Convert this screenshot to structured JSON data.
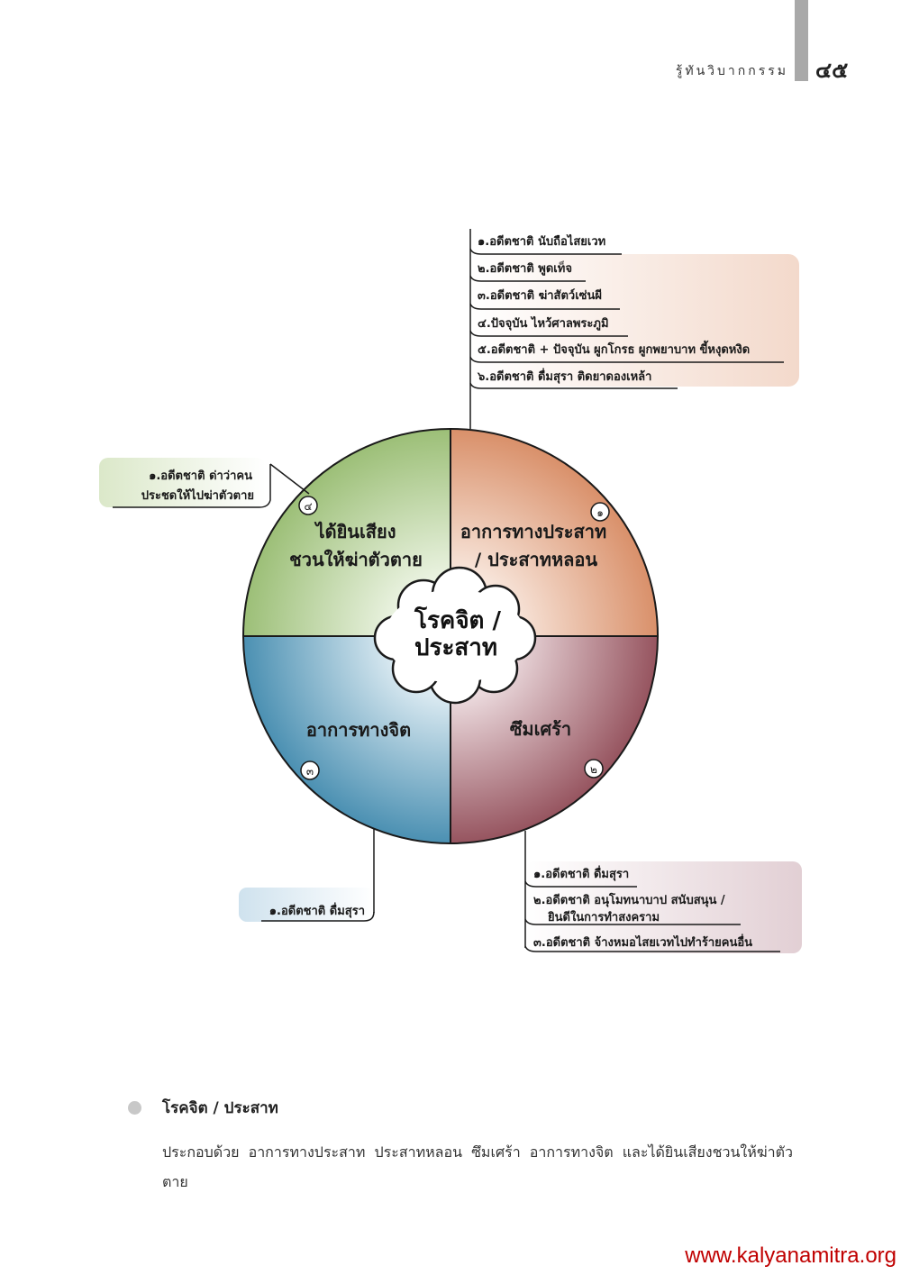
{
  "header": {
    "title": "รู้ทันวิบากกรรม",
    "page_number": "๔๕"
  },
  "diagram": {
    "center": {
      "line1": "โรคจิต /",
      "line2": "ประสาท"
    },
    "quadrants": [
      {
        "number": "๑",
        "line1": "อาการทางประสาท",
        "line2": "/ ประสาทหลอน",
        "color": "#d9906a"
      },
      {
        "number": "๒",
        "line1": "ซึมเศร้า",
        "line2": "",
        "color": "#9a5a66"
      },
      {
        "number": "๓",
        "line1": "อาการทางจิต",
        "line2": "",
        "color": "#4f93b5"
      },
      {
        "number": "๔",
        "line1": "ได้ยินเสียง",
        "line2": "ชวนให้ฆ่าตัวตาย",
        "color": "#9cbf77"
      }
    ],
    "callouts": {
      "top_right": [
        "๑.อดีตชาติ นับถือไสยเวท",
        "๒.อดีตชาติ พูดเท็จ",
        "๓.อดีตชาติ ฆ่าสัตว์เซ่นผี",
        "๔.ปัจจุบัน ไหว้ศาลพระภูมิ",
        "๕.อดีตชาติ + ปัจจุบัน ผูกโกรธ ผูกพยาบาท ขี้หงุดหงิด",
        "๖.อดีตชาติ ดื่มสุรา ติดยาดองเหล้า"
      ],
      "top_left": {
        "line1": "๑.อดีตชาติ ด่าว่าคน",
        "line2": "ประชดให้ไปฆ่าตัวตาย"
      },
      "bottom_left": "๑.อดีตชาติ ดื่มสุรา",
      "bottom_right": {
        "item1": "๑.อดีตชาติ ดื่มสุรา",
        "item2_line1": "๒.อดีตชาติ อนุโมทนาบาป สนับสนุน /",
        "item2_line2": "ยินดีในการทำสงคราม",
        "item3": "๓.อดีตชาติ จ้างหมอไสยเวทไปทำร้ายคนอื่น"
      }
    }
  },
  "section": {
    "heading": "โรคจิต / ประสาท",
    "body": "ประกอบด้วย อาการทางประสาท ประสาทหลอน ซึมเศร้า อาการทางจิต และได้ยินเสียงชวนให้ฆ่าตัวตาย"
  },
  "footer": {
    "website": "www.kalyanamitra.org"
  },
  "colors": {
    "accent_red": "#c00000",
    "header_bar": "#a9a9a9"
  }
}
